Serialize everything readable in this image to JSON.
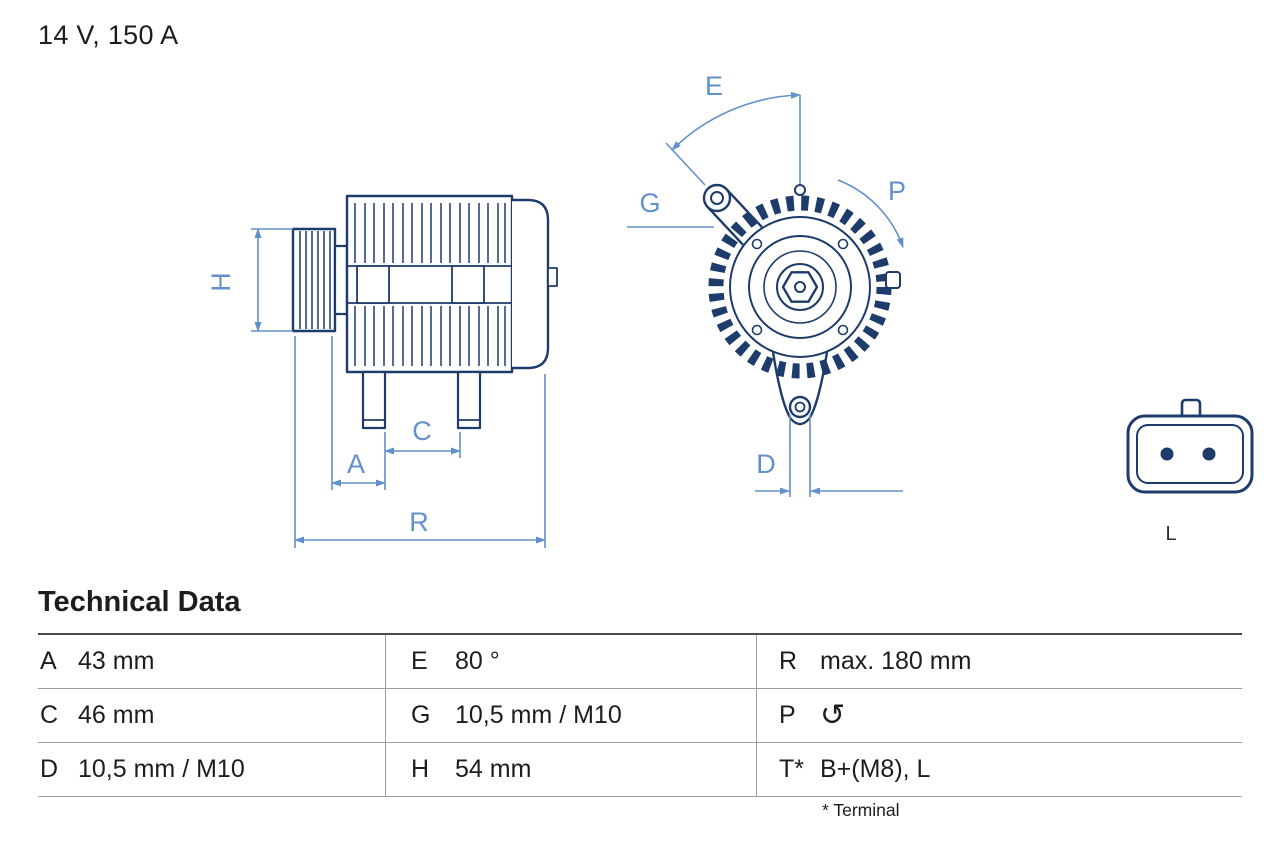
{
  "title": "14 V, 150 A",
  "diagram": {
    "dimension_labels": {
      "H": "H",
      "A": "A",
      "C": "C",
      "R": "R",
      "E": "E",
      "G": "G",
      "P": "P",
      "D": "D"
    },
    "connector_label": "L",
    "part_color": "#1d3c6b",
    "dimension_color": "#6290cc"
  },
  "technical_data": {
    "heading": "Technical Data",
    "rows": [
      [
        {
          "key": "A",
          "value": "43 mm"
        },
        {
          "key": "E",
          "value": "80 °"
        },
        {
          "key": "R",
          "value": "max. 180 mm"
        }
      ],
      [
        {
          "key": "C",
          "value": "46 mm"
        },
        {
          "key": "G",
          "value": "10,5 mm / M10"
        },
        {
          "key": "P",
          "value": "↺",
          "icon": "rotation-direction-icon"
        }
      ],
      [
        {
          "key": "D",
          "value": "10,5 mm / M10"
        },
        {
          "key": "H",
          "value": "54 mm"
        },
        {
          "key": "T*",
          "value": "B+(M8), L"
        }
      ]
    ],
    "footnote": "* Terminal"
  }
}
